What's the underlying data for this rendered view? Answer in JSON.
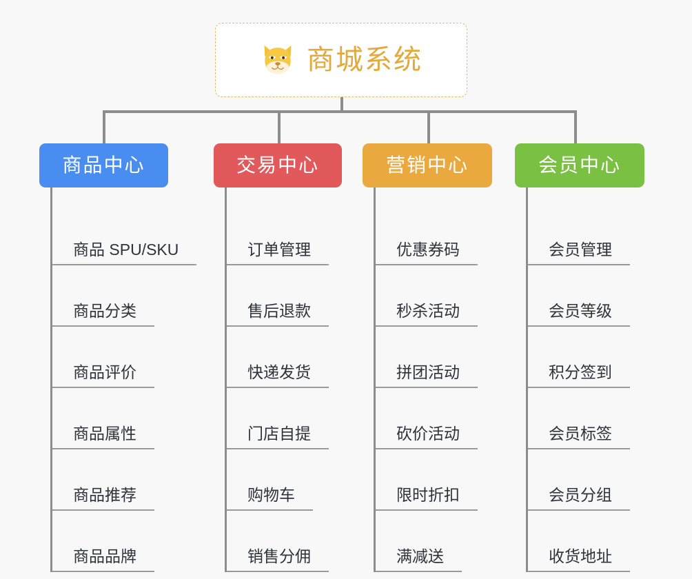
{
  "root": {
    "title": "商城系统",
    "icon": "shiba-dog-icon",
    "border_color": "#e9b86a",
    "text_color": "#e3a93a",
    "background": "#ffffff"
  },
  "canvas": {
    "background": "#f8f8f8",
    "connector_color": "#8c8c8c"
  },
  "branches": [
    {
      "label": "商品中心",
      "color": "#4a8df0",
      "items": [
        "商品 SPU/SKU",
        "商品分类",
        "商品评价",
        "商品属性",
        "商品推荐",
        "商品品牌"
      ]
    },
    {
      "label": "交易中心",
      "color": "#e2595b",
      "items": [
        "订单管理",
        "售后退款",
        "快递发货",
        "门店自提",
        "购物车",
        "销售分佣"
      ]
    },
    {
      "label": "营销中心",
      "color": "#eaa93f",
      "items": [
        "优惠券码",
        "秒杀活动",
        "拼团活动",
        "砍价活动",
        "限时折扣",
        "满减送"
      ]
    },
    {
      "label": "会员中心",
      "color": "#79c043",
      "items": [
        "会员管理",
        "会员等级",
        "积分签到",
        "会员标签",
        "会员分组",
        "收货地址"
      ]
    }
  ]
}
